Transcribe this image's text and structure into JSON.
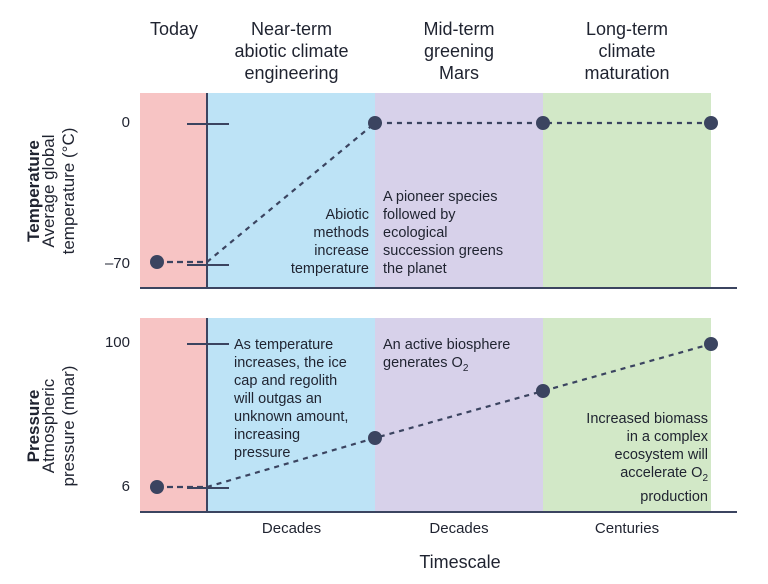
{
  "phases": [
    {
      "id": "today",
      "title": "Today"
    },
    {
      "id": "near",
      "title": "Near-term\nabiotic climate\nengineering"
    },
    {
      "id": "mid",
      "title": "Mid-term\ngreening\nMars"
    },
    {
      "id": "long",
      "title": "Long-term\nclimate\nmaturation"
    }
  ],
  "colors": {
    "today": "#f7c4c4",
    "near": "#bde3f6",
    "mid": "#d7d1ea",
    "long": "#d2e8c7",
    "ink": "#3b4460"
  },
  "temperature_panel": {
    "title": "Temperature",
    "axis_label": "Average global\ntemperature (°C)",
    "tick_labels": [
      "0",
      "–70"
    ],
    "note_near": "Abiotic\nmethods\nincrease\ntemperature",
    "note_mid": "A pioneer species\nfollowed by\necological\nsuccession greens\nthe planet"
  },
  "pressure_panel": {
    "title": "Pressure",
    "axis_label": "Atmospheric\npressure (mbar)",
    "tick_labels": [
      "100",
      "6"
    ],
    "note_near": "As temperature\nincreases, the ice\ncap and regolith\nwill outgas an\nunknown amount,\nincreasing\npressure",
    "note_mid": "An active biosphere\ngenerates O",
    "note_mid_sub": "2",
    "note_long": "Increased biomass\nin a complex\necosystem will\naccelerate O",
    "note_long_sub": "2",
    "note_long_tail": "production"
  },
  "timescale": {
    "labels": [
      "Decades",
      "Decades",
      "Centuries"
    ],
    "title": "Timescale"
  },
  "chart_data": [
    {
      "type": "line",
      "title": "Temperature",
      "ylabel": "Average global temperature (°C)",
      "yticks": [
        0,
        -70
      ],
      "x": [
        "Today",
        "Near-term abiotic climate engineering",
        "Mid-term greening Mars",
        "Long-term climate maturation"
      ],
      "y": [
        -70,
        0,
        0,
        0
      ]
    },
    {
      "type": "line",
      "title": "Pressure",
      "ylabel": "Atmospheric pressure (mbar)",
      "yticks": [
        100,
        6
      ],
      "x": [
        "Today",
        "Near-term abiotic climate engineering",
        "Mid-term greening Mars",
        "Long-term climate maturation"
      ],
      "y": [
        6,
        null,
        null,
        100
      ]
    }
  ]
}
